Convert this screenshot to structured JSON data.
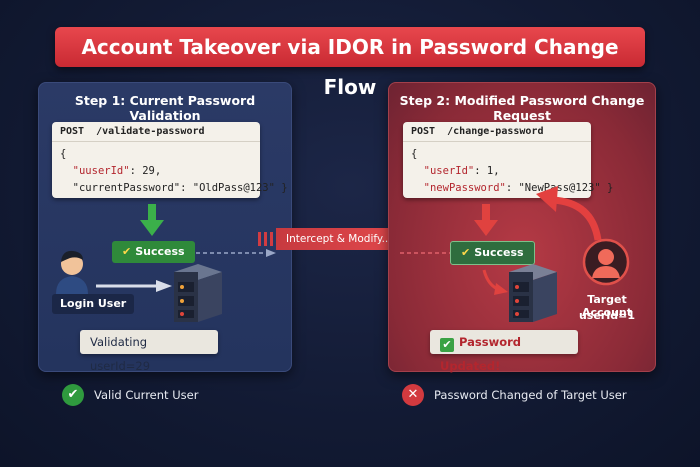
{
  "title": "Account Takeover via IDOR in Password Change Flow",
  "step1": {
    "heading": "Step 1: Current Password Validation",
    "method": "POST",
    "endpoint": "/validate-password",
    "open_brace": "{",
    "line1_key": "\"uuserId\"",
    "line1_val": ": 29,",
    "line2_key": "\"currentPassword\"",
    "line2_val": ": \"OldPass@123\" }",
    "success": "Success",
    "user_label": "Login User",
    "validating": "Validating userId=29"
  },
  "intercept_label": "Intercept & Modify...",
  "step2": {
    "heading": "Step 2: Modified Password Change Request",
    "method": "POST",
    "endpoint": "/change-password",
    "open_brace": "{",
    "line1_key": "\"userId\"",
    "line1_val": ": 1,",
    "line2_key": "\"newPassword\"",
    "line2_val": ": \"NewPass@123\" }",
    "success": "Success",
    "target_label_1": "Target Account",
    "target_label_2": "userId=1",
    "updated": "Password Updated!"
  },
  "footer": {
    "left": "Valid Current User",
    "right": "Password Changed of Target User"
  },
  "colors": {
    "title_red": "#d9363e",
    "panel_blue": "#2b3a66",
    "panel_red": "#9c3140",
    "success_green": "#2f8a3a"
  },
  "icons": {
    "check": "✔",
    "cross": "✕"
  }
}
